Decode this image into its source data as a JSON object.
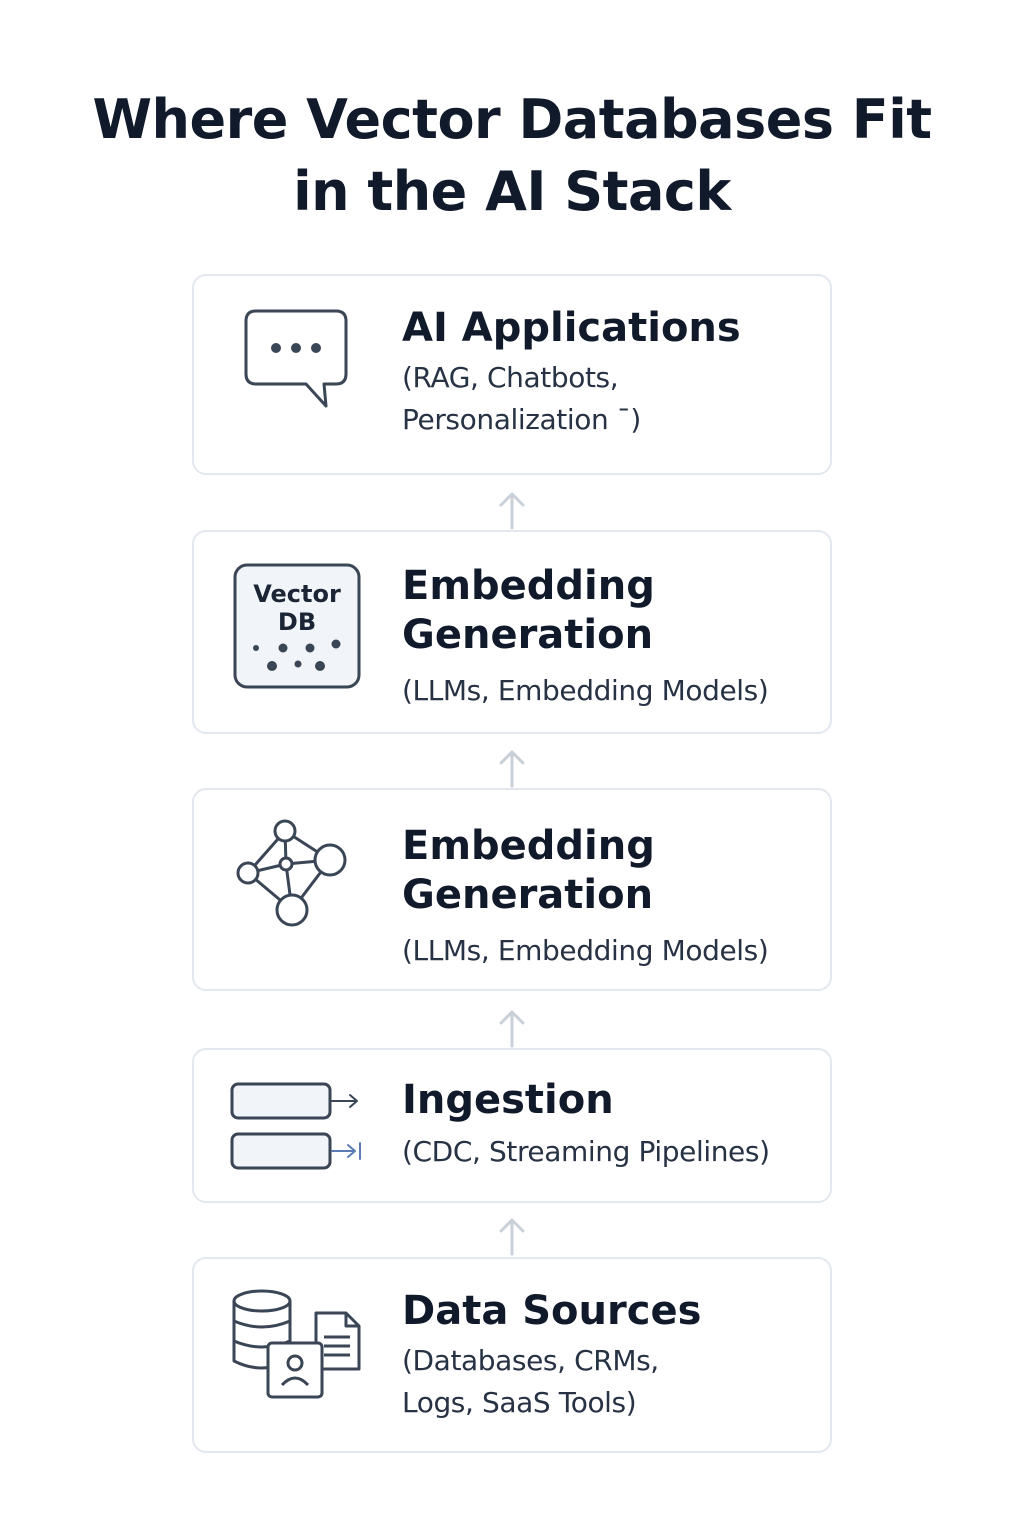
{
  "title": {
    "line1": "Where Vector Databases Fit",
    "line2": "in the AI Stack"
  },
  "layers": [
    {
      "heading": [
        "AI Applications"
      ],
      "subtitle": [
        "(RAG, Chatbots,",
        "Personalization   ¯)"
      ],
      "icon": "chat-bubble-icon"
    },
    {
      "heading": [
        "Embedding",
        "Generation"
      ],
      "subtitle": [
        "(LLMs, Embedding Models)"
      ],
      "icon": "vector-db-icon",
      "icon_label": [
        "Vector",
        "DB"
      ]
    },
    {
      "heading": [
        "Embedding",
        "Generation"
      ],
      "subtitle": [
        "(LLMs, Embedding Models)"
      ],
      "icon": "network-graph-icon"
    },
    {
      "heading": [
        "Ingestion"
      ],
      "subtitle": [
        "(CDC, Streaming Pipelines)"
      ],
      "icon": "pipeline-icon"
    },
    {
      "heading": [
        "Data Sources"
      ],
      "subtitle": [
        "(Databases, CRMs,",
        "Logs, SaaS Tools)"
      ],
      "icon": "data-sources-icon"
    }
  ],
  "colors": {
    "text": "#111a2b",
    "border": "#e3e7ee",
    "icon_stroke": "#3a4556",
    "icon_fill": "#f1f4f8",
    "arrow": "#c9d0da"
  }
}
